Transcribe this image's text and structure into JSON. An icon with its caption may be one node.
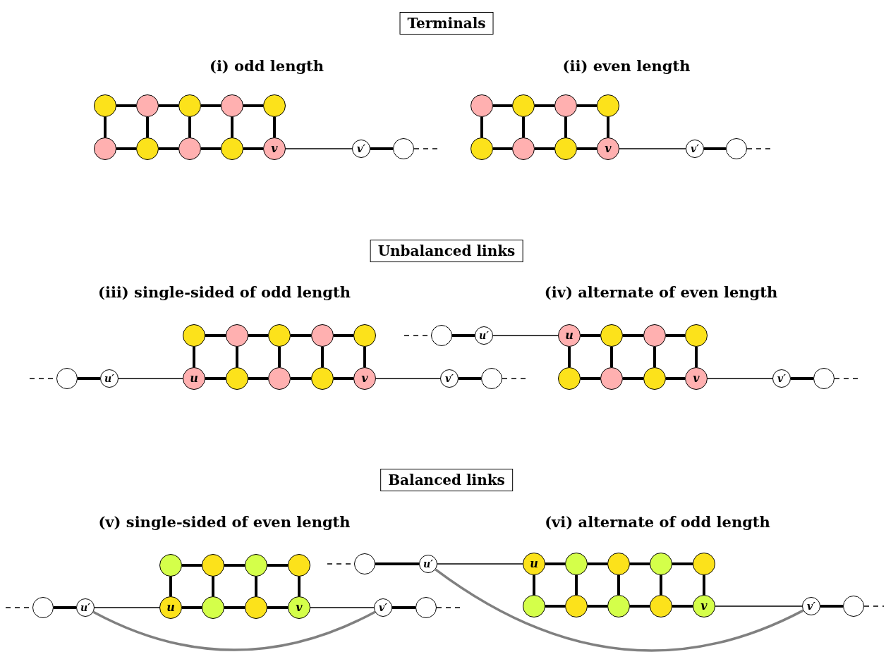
{
  "diagram": {
    "nodes": [
      {
        "text": [
          "Terminals"
        ]
      },
      {
        "text": [],
        "shape": "circle"
      },
      {
        "text": [],
        "shape": "circle"
      },
      {
        "text": [],
        "shape": "circle"
      },
      {
        "text": [],
        "shape": "circle"
      },
      {
        "text": [],
        "shape": "circle"
      },
      {
        "text": [],
        "shape": "circle"
      },
      {
        "text": [],
        "shape": "circle"
      },
      {
        "text": [],
        "shape": "circle"
      },
      {
        "text": [],
        "shape": "circle"
      },
      {
        "text": [
          "v"
        ]
      },
      {
        "text": [
          "v′"
        ]
      },
      {
        "text": [],
        "shape": "circle"
      },
      {
        "text": [],
        "shape": "circle"
      },
      {
        "text": [],
        "shape": "circle"
      },
      {
        "text": [],
        "shape": "circle"
      },
      {
        "text": [],
        "shape": "circle"
      },
      {
        "text": [],
        "shape": "circle"
      },
      {
        "text": [],
        "shape": "circle"
      },
      {
        "text": [],
        "shape": "circle"
      },
      {
        "text": [
          "v"
        ]
      },
      {
        "text": [
          "v′"
        ]
      },
      {
        "text": [],
        "shape": "circle"
      },
      {
        "text": [
          "Unbalanced links"
        ]
      },
      {
        "text": [],
        "shape": "circle"
      },
      {
        "text": [],
        "shape": "circle"
      },
      {
        "text": [],
        "shape": "circle"
      },
      {
        "text": [],
        "shape": "circle"
      },
      {
        "text": [],
        "shape": "circle"
      },
      {
        "text": [],
        "shape": "circle"
      },
      {
        "text": [
          "u′"
        ]
      },
      {
        "text": [
          "u"
        ]
      },
      {
        "text": [],
        "shape": "circle"
      },
      {
        "text": [],
        "shape": "circle"
      },
      {
        "text": [],
        "shape": "circle"
      },
      {
        "text": [
          "v"
        ]
      },
      {
        "text": [
          "v′"
        ]
      },
      {
        "text": [],
        "shape": "circle"
      },
      {
        "text": [],
        "shape": "circle"
      },
      {
        "text": [
          "u′"
        ]
      },
      {
        "text": [
          "u"
        ]
      },
      {
        "text": [],
        "shape": "circle"
      },
      {
        "text": [],
        "shape": "circle"
      },
      {
        "text": [],
        "shape": "circle"
      },
      {
        "text": [],
        "shape": "circle"
      },
      {
        "text": [],
        "shape": "circle"
      },
      {
        "text": [],
        "shape": "circle"
      },
      {
        "text": [
          "v"
        ]
      },
      {
        "text": [
          "v′"
        ]
      },
      {
        "text": [],
        "shape": "circle"
      },
      {
        "text": [
          "Balanced links"
        ]
      },
      {
        "text": [],
        "shape": "circle"
      },
      {
        "text": [],
        "shape": "circle"
      },
      {
        "text": [],
        "shape": "circle"
      },
      {
        "text": [],
        "shape": "circle"
      },
      {
        "text": [],
        "shape": "circle"
      },
      {
        "text": [
          "u′"
        ]
      },
      {
        "text": [
          "u"
        ]
      },
      {
        "text": [],
        "shape": "circle"
      },
      {
        "text": [],
        "shape": "circle"
      },
      {
        "text": [
          "v"
        ]
      },
      {
        "text": [
          "v′"
        ]
      },
      {
        "text": [],
        "shape": "circle"
      },
      {
        "text": [],
        "shape": "circle"
      },
      {
        "text": [
          "u′"
        ]
      },
      {
        "text": [
          "u"
        ]
      },
      {
        "text": [],
        "shape": "circle"
      },
      {
        "text": [],
        "shape": "circle"
      },
      {
        "text": [],
        "shape": "circle"
      },
      {
        "text": [],
        "shape": "circle"
      },
      {
        "text": [],
        "shape": "circle"
      },
      {
        "text": [],
        "shape": "circle"
      },
      {
        "text": [],
        "shape": "circle"
      },
      {
        "text": [],
        "shape": "circle"
      },
      {
        "text": [
          "v"
        ]
      },
      {
        "text": [
          "v′"
        ]
      },
      {
        "text": [],
        "shape": "circle"
      }
    ],
    "edges": [
      {
        "from": 1,
        "to": 2,
        "arrow": "none"
      },
      {
        "from": 2,
        "to": 3,
        "arrow": "none"
      },
      {
        "from": 3,
        "to": 4,
        "arrow": "none"
      },
      {
        "from": 4,
        "to": 5,
        "arrow": "none"
      },
      {
        "from": 1,
        "to": 6,
        "arrow": "none"
      },
      {
        "from": 2,
        "to": 7,
        "arrow": "none"
      },
      {
        "from": 3,
        "to": 8,
        "arrow": "none"
      },
      {
        "from": 4,
        "to": 9,
        "arrow": "none"
      },
      {
        "from": 5,
        "to": 10,
        "arrow": "none"
      },
      {
        "from": 6,
        "to": 7,
        "arrow": "none"
      },
      {
        "from": 7,
        "to": 8,
        "arrow": "none"
      },
      {
        "from": 8,
        "to": 9,
        "arrow": "none"
      },
      {
        "from": 9,
        "to": 10,
        "arrow": "none"
      },
      {
        "from": 10,
        "to": 11,
        "arrow": "none"
      },
      {
        "from": 11,
        "to": 12,
        "arrow": "none"
      },
      {
        "from": 12,
        "to": null,
        "arrow": "none",
        "style": "dashed"
      },
      {
        "from": 13,
        "to": 14,
        "arrow": "none"
      },
      {
        "from": 14,
        "to": 15,
        "arrow": "none"
      },
      {
        "from": 15,
        "to": 16,
        "arrow": "none"
      },
      {
        "from": 13,
        "to": 17,
        "arrow": "none"
      },
      {
        "from": 14,
        "to": 18,
        "arrow": "none"
      },
      {
        "from": 15,
        "to": 19,
        "arrow": "none"
      },
      {
        "from": 16,
        "to": 20,
        "arrow": "none"
      },
      {
        "from": 17,
        "to": 18,
        "arrow": "none"
      },
      {
        "from": 18,
        "to": 19,
        "arrow": "none"
      },
      {
        "from": 19,
        "to": 20,
        "arrow": "none"
      },
      {
        "from": 20,
        "to": 21,
        "arrow": "none"
      },
      {
        "from": 21,
        "to": 22,
        "arrow": "none"
      },
      {
        "from": 22,
        "to": null,
        "arrow": "none",
        "style": "dashed"
      },
      {
        "from": 24,
        "to": 25,
        "arrow": "none"
      },
      {
        "from": 25,
        "to": 26,
        "arrow": "none"
      },
      {
        "from": 26,
        "to": 27,
        "arrow": "none"
      },
      {
        "from": 27,
        "to": 28,
        "arrow": "none"
      },
      {
        "from": 24,
        "to": 31,
        "arrow": "none"
      },
      {
        "from": 25,
        "to": 32,
        "arrow": "none"
      },
      {
        "from": 26,
        "to": 33,
        "arrow": "none"
      },
      {
        "from": 27,
        "to": 34,
        "arrow": "none"
      },
      {
        "from": 28,
        "to": 35,
        "arrow": "none"
      },
      {
        "from": 31,
        "to": 32,
        "arrow": "none"
      },
      {
        "from": 32,
        "to": 33,
        "arrow": "none"
      },
      {
        "from": 33,
        "to": 34,
        "arrow": "none"
      },
      {
        "from": 34,
        "to": 35,
        "arrow": "none"
      },
      {
        "from": null,
        "to": 29,
        "arrow": "none",
        "style": "dashed"
      },
      {
        "from": 29,
        "to": 30,
        "arrow": "none"
      },
      {
        "from": 30,
        "to": 31,
        "arrow": "none"
      },
      {
        "from": 35,
        "to": 36,
        "arrow": "none"
      },
      {
        "from": 36,
        "to": 37,
        "arrow": "none"
      },
      {
        "from": 37,
        "to": null,
        "arrow": "none",
        "style": "dashed"
      },
      {
        "from": 40,
        "to": 41,
        "arrow": "none"
      },
      {
        "from": 41,
        "to": 42,
        "arrow": "none"
      },
      {
        "from": 42,
        "to": 43,
        "arrow": "none"
      },
      {
        "from": 40,
        "to": 44,
        "arrow": "none"
      },
      {
        "from": 41,
        "to": 45,
        "arrow": "none"
      },
      {
        "from": 42,
        "to": 46,
        "arrow": "none"
      },
      {
        "from": 43,
        "to": 47,
        "arrow": "none"
      },
      {
        "from": 44,
        "to": 45,
        "arrow": "none"
      },
      {
        "from": 45,
        "to": 46,
        "arrow": "none"
      },
      {
        "from": 46,
        "to": 47,
        "arrow": "none"
      },
      {
        "from": null,
        "to": 38,
        "arrow": "none",
        "style": "dashed"
      },
      {
        "from": 38,
        "to": 39,
        "arrow": "none"
      },
      {
        "from": 39,
        "to": 40,
        "arrow": "none"
      },
      {
        "from": 47,
        "to": 48,
        "arrow": "none"
      },
      {
        "from": 48,
        "to": 49,
        "arrow": "none"
      },
      {
        "from": 49,
        "to": null,
        "arrow": "none",
        "style": "dashed"
      },
      {
        "from": 51,
        "to": 52,
        "arrow": "none"
      },
      {
        "from": 52,
        "to": 53,
        "arrow": "none"
      },
      {
        "from": 53,
        "to": 54,
        "arrow": "none"
      },
      {
        "from": 51,
        "to": 57,
        "arrow": "none"
      },
      {
        "from": 52,
        "to": 58,
        "arrow": "none"
      },
      {
        "from": 53,
        "to": 59,
        "arrow": "none"
      },
      {
        "from": 54,
        "to": 60,
        "arrow": "none"
      },
      {
        "from": 57,
        "to": 58,
        "arrow": "none"
      },
      {
        "from": 58,
        "to": 59,
        "arrow": "none"
      },
      {
        "from": 59,
        "to": 60,
        "arrow": "none"
      },
      {
        "from": null,
        "to": 55,
        "arrow": "none",
        "style": "dashed"
      },
      {
        "from": 55,
        "to": 56,
        "arrow": "none"
      },
      {
        "from": 56,
        "to": 57,
        "arrow": "none"
      },
      {
        "from": 60,
        "to": 61,
        "arrow": "none"
      },
      {
        "from": 61,
        "to": 62,
        "arrow": "none"
      },
      {
        "from": 62,
        "to": null,
        "arrow": "none",
        "style": "dashed"
      },
      {
        "from": 56,
        "to": 61,
        "arrow": "none",
        "color": "#808080"
      },
      {
        "from": 65,
        "to": 66,
        "arrow": "none"
      },
      {
        "from": 66,
        "to": 67,
        "arrow": "none"
      },
      {
        "from": 67,
        "to": 68,
        "arrow": "none"
      },
      {
        "from": 68,
        "to": 69,
        "arrow": "none"
      },
      {
        "from": 65,
        "to": 70,
        "arrow": "none"
      },
      {
        "from": 66,
        "to": 71,
        "arrow": "none"
      },
      {
        "from": 67,
        "to": 72,
        "arrow": "none"
      },
      {
        "from": 68,
        "to": 73,
        "arrow": "none"
      },
      {
        "from": 69,
        "to": 74,
        "arrow": "none"
      },
      {
        "from": 70,
        "to": 71,
        "arrow": "none"
      },
      {
        "from": 71,
        "to": 72,
        "arrow": "none"
      },
      {
        "from": 72,
        "to": 73,
        "arrow": "none"
      },
      {
        "from": 73,
        "to": 74,
        "arrow": "none"
      },
      {
        "from": null,
        "to": 63,
        "arrow": "none",
        "style": "dashed"
      },
      {
        "from": 63,
        "to": 64,
        "arrow": "none"
      },
      {
        "from": 64,
        "to": 65,
        "arrow": "none"
      },
      {
        "from": 74,
        "to": 75,
        "arrow": "none"
      },
      {
        "from": 75,
        "to": 76,
        "arrow": "none"
      },
      {
        "from": 76,
        "to": null,
        "arrow": "none",
        "style": "dashed"
      },
      {
        "from": 64,
        "to": 75,
        "arrow": "none",
        "color": "#808080"
      }
    ],
    "labels": [
      "(i) odd length",
      "(ii) even length",
      "(iii) single-sided of odd length",
      "(iv) alternate of even length",
      "(v) single-sided of even length",
      "(vi) alternate of odd length"
    ]
  }
}
